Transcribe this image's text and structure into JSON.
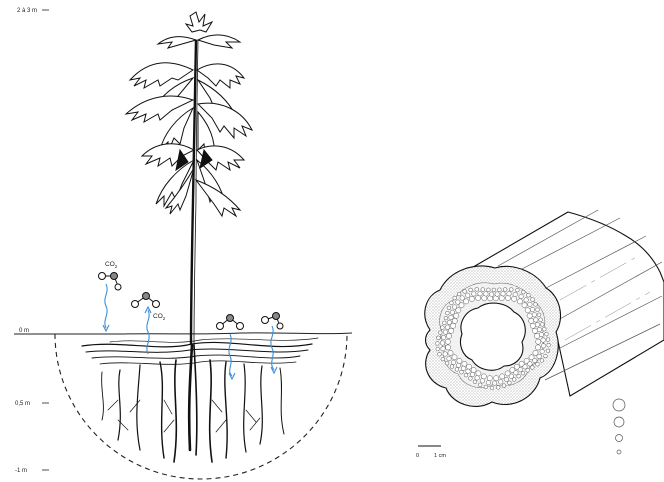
{
  "depth_scale": {
    "top_label": "2 à 3 m",
    "ground_label": "0 m",
    "mid_label": "0,5 m",
    "bottom_label": "-1 m"
  },
  "gas": {
    "co2_label_1": "CO",
    "co2_label_2": "CO",
    "subscript": "2"
  },
  "scale_bar": {
    "zero_label": "0",
    "unit_label": "1 cm"
  },
  "colors": {
    "ink": "#111111",
    "arrow_blue": "#3b8fd6",
    "fiber_fill": "#f2f2f2",
    "stipple": "#bdbdbd"
  }
}
